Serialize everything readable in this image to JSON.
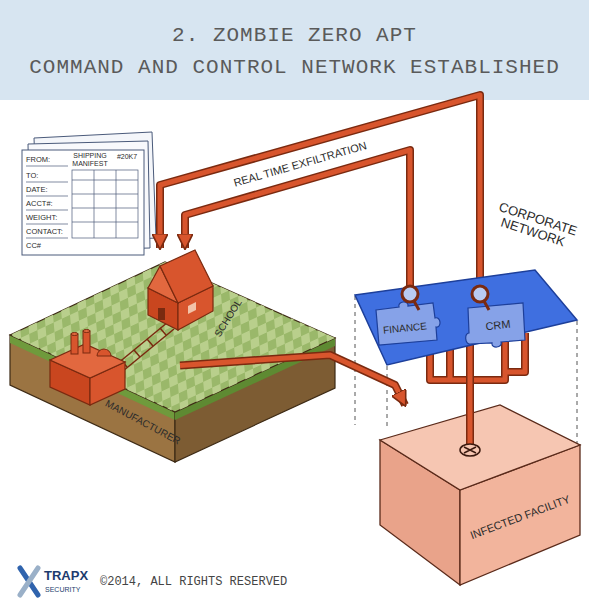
{
  "diagram": {
    "title": "2. ZOMBIE ZERO APT",
    "nodes": [
      {
        "text": [
          "SCHOOL"
        ]
      },
      {
        "text": [
          "MANUFACTURER"
        ]
      },
      {
        "text": [
          "CORPORATE NETWORK"
        ]
      },
      {
        "text": [
          "FINANCE"
        ],
        "in": 2
      },
      {
        "text": [
          "CRM"
        ],
        "in": 2
      },
      {
        "text": [
          "INFECTED FACILITY"
        ]
      }
    ],
    "edges": [
      {
        "from": 3,
        "to": 0,
        "arrow": "to"
      },
      {
        "from": 4,
        "to": 0,
        "arrow": "to",
        "label": "REAL TIME EXFILTRATION"
      },
      {
        "from": 1,
        "to": 5,
        "arrow": "to"
      },
      {
        "from": 5,
        "to": 2,
        "arrow": "none"
      }
    ],
    "labels": [
      "COMMAND AND CONTROL NETWORK ESTABLISHED",
      "SHIPPING MANIFEST",
      "#20K7",
      "FROM:",
      "TO:",
      "DATE:",
      "ACCT#:",
      "WEIGHT:",
      "CONTACT:",
      "CC#",
      "TRAPX",
      "SECURITY",
      "©2014, ALL RIGHTS RESERVED"
    ]
  }
}
